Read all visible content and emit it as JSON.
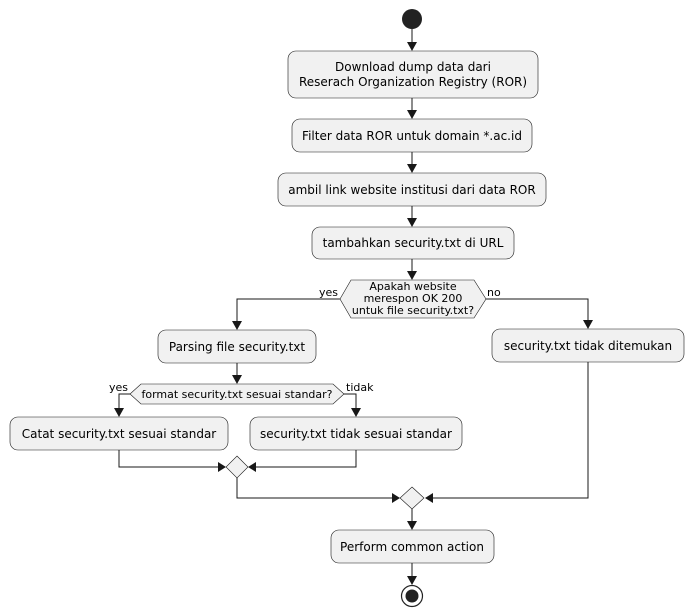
{
  "nodes": {
    "download": [
      "Download dump data dari",
      "Reserach Organization Registry (ROR)"
    ],
    "filter": "Filter data ROR untuk domain *.ac.id",
    "ambil": "ambil link website institusi dari data ROR",
    "tambah": "tambahkan security.txt di URL",
    "decision1": [
      "Apakah website",
      "merespon OK 200",
      "untuk file security.txt?"
    ],
    "parsing": "Parsing file security.txt",
    "decision2": "format security.txt sesuai standar?",
    "catat": "Catat security.txt sesuai standar",
    "tidak_sesuai": "security.txt tidak sesuai standar",
    "tidak_ditemukan": "security.txt tidak ditemukan",
    "perform": "Perform common action"
  },
  "branch_labels": {
    "d1_yes": "yes",
    "d1_no": "no",
    "d2_yes": "yes",
    "d2_no": "tidak"
  },
  "colors": {
    "box_fill": "#f1f1f1",
    "line": "#181818",
    "start_end": "#222222"
  }
}
